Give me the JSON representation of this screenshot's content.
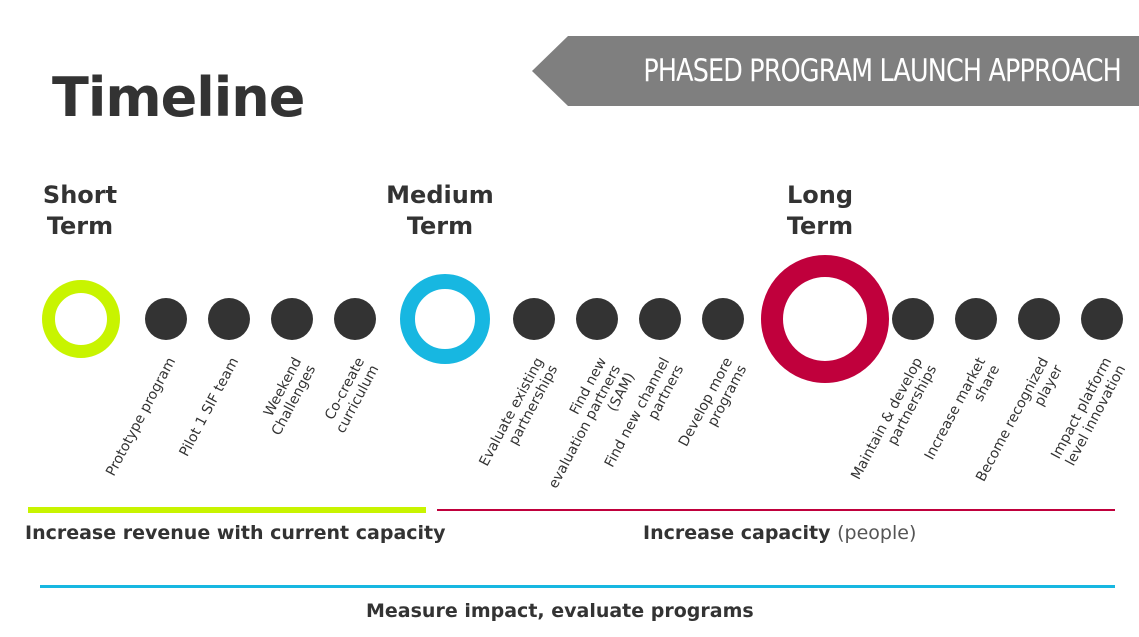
{
  "banner": {
    "text": "PHASED PROGRAM LAUNCH APPROACH",
    "color": "#7f7f7f"
  },
  "title": "Timeline",
  "terms": {
    "short": {
      "line1": "Short",
      "line2": "Term",
      "color": "#c8f400"
    },
    "medium": {
      "line1": "Medium",
      "line2": "Term",
      "color": "#17b7e1"
    },
    "long": {
      "line1": "Long",
      "line2": "Term",
      "color": "#c0003c"
    }
  },
  "milestones": {
    "short": [
      "Prototype program",
      "Pilot 1 SIF team",
      "Weekend Challenges",
      "Co-create curriculum"
    ],
    "medium": [
      "Evaluate existing partnerships",
      "Find new evaluation partners (SAM)",
      "Find new channel partners",
      "Develop more programs"
    ],
    "long": [
      "Maintain & develop partnerships",
      "Increase market share",
      "Become recognized player",
      "Impact platform level innovation"
    ]
  },
  "bars": {
    "revenue": {
      "label": "Increase revenue with current capacity",
      "color": "#c8f400"
    },
    "capacity": {
      "label": "Increase capacity",
      "note": "(people)",
      "color": "#c0003c"
    },
    "measure": {
      "label": "Measure impact, evaluate programs",
      "color": "#17b7e1"
    }
  }
}
